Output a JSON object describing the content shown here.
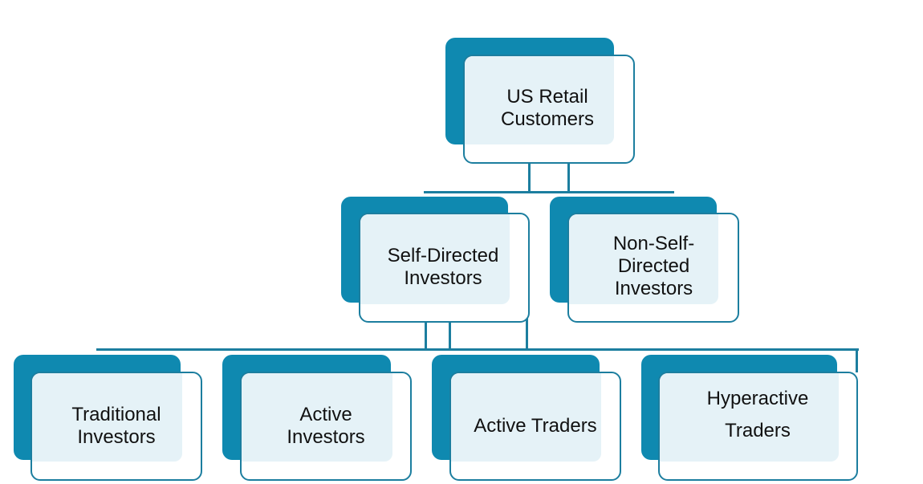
{
  "diagram": {
    "title_node": "US Retail\nCustomers",
    "level2": [
      "Self-Directed\nInvestors",
      "Non-Self-\nDirected\nInvestors"
    ],
    "level3": [
      "Traditional\nInvestors",
      "Active\nInvestors",
      "Active Traders",
      "Hyperactive\nTraders"
    ],
    "colors": {
      "accent": "#0f89b0",
      "border": "#1c7e9f",
      "fill": "#e5f2f7"
    }
  }
}
